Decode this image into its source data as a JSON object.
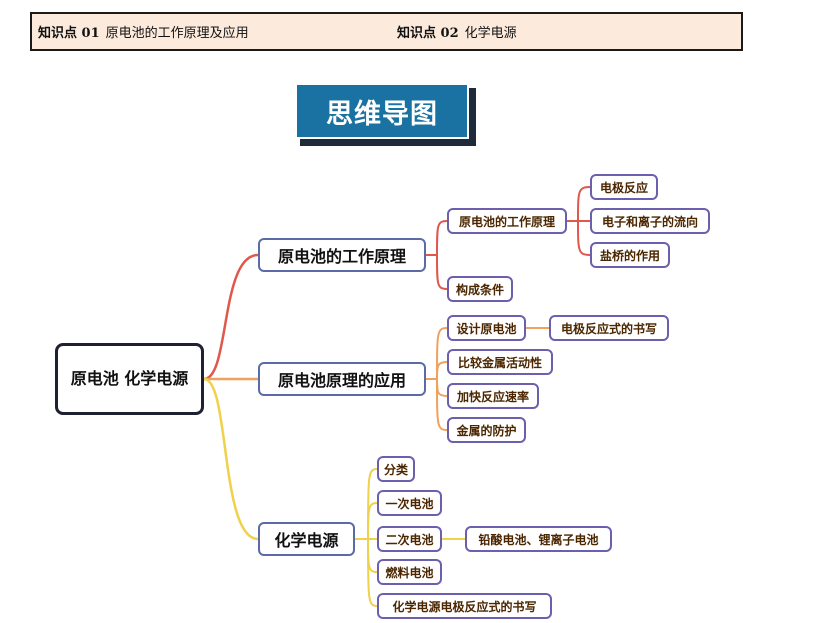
{
  "header": {
    "point1_label": "知识点 01",
    "point1_title": "原电池的工作原理及应用",
    "point2_label": "知识点 02",
    "point2_title": "化学电源"
  },
  "banner": {
    "title": "思维导图"
  },
  "mindmap": {
    "root": "原电池 化学电源",
    "branch1": {
      "label": "原电池的工作原理",
      "child1": "原电池的工作原理",
      "child1_items": [
        "电极反应",
        "电子和离子的流向",
        "盐桥的作用"
      ],
      "child2": "构成条件"
    },
    "branch2": {
      "label": "原电池原理的应用",
      "items": [
        "设计原电池",
        "比较金属活动性",
        "加快反应速率",
        "金属的防护"
      ],
      "design_sub": "电极反应式的书写"
    },
    "branch3": {
      "label": "化学电源",
      "items": [
        "分类",
        "一次电池",
        "二次电池",
        "燃料电池",
        "化学电源电极反应式的书写"
      ],
      "secondary_sub": "铅酸电池、锂离子电池"
    }
  },
  "colors": {
    "branch1": "#e0584c",
    "branch2": "#f0a15b",
    "branch3": "#efd14a",
    "node_border": "#6b5fae",
    "banner": "#1a72a2",
    "header_bg": "#fcebdc"
  }
}
